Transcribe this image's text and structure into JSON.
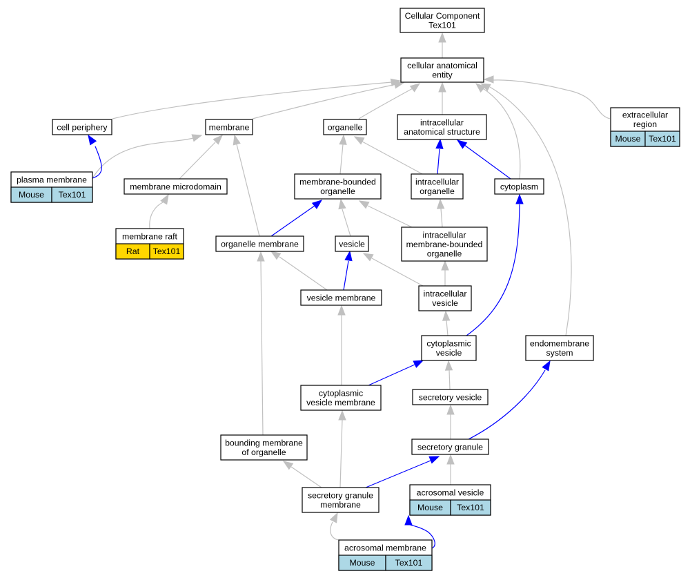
{
  "colors": {
    "background": "#ffffff",
    "node_border": "#000000",
    "is_a_edge": "#c0c0c0",
    "part_of_edge": "#0000ff",
    "mouse": "#add8e6",
    "rat": "#ffd700"
  },
  "nodes": [
    {
      "id": "cc-root",
      "lines": [
        "Cellular Component",
        "Tex101"
      ]
    },
    {
      "id": "cae",
      "lines": [
        "cellular anatomical",
        "entity"
      ]
    },
    {
      "id": "cell-periphery",
      "lines": [
        "cell periphery"
      ]
    },
    {
      "id": "membrane",
      "lines": [
        "membrane"
      ]
    },
    {
      "id": "organelle",
      "lines": [
        "organelle"
      ]
    },
    {
      "id": "ias",
      "lines": [
        "intracellular",
        "anatomical structure"
      ]
    },
    {
      "id": "extracellular-region",
      "lines": [
        "extracellular",
        "region"
      ],
      "annotations": [
        {
          "species": "Mouse",
          "gene": "Tex101"
        }
      ]
    },
    {
      "id": "plasma-membrane",
      "lines": [
        "plasma membrane"
      ],
      "annotations": [
        {
          "species": "Mouse",
          "gene": "Tex101"
        }
      ]
    },
    {
      "id": "membrane-microdomain",
      "lines": [
        "membrane microdomain"
      ]
    },
    {
      "id": "mbo",
      "lines": [
        "membrane-bounded",
        "organelle"
      ]
    },
    {
      "id": "intracellular-organelle",
      "lines": [
        "intracellular",
        "organelle"
      ]
    },
    {
      "id": "cytoplasm",
      "lines": [
        "cytoplasm"
      ]
    },
    {
      "id": "membrane-raft",
      "lines": [
        "membrane raft"
      ],
      "annotations": [
        {
          "species": "Rat",
          "gene": "Tex101"
        }
      ]
    },
    {
      "id": "organelle-membrane",
      "lines": [
        "organelle membrane"
      ]
    },
    {
      "id": "vesicle",
      "lines": [
        "vesicle"
      ]
    },
    {
      "id": "imbo",
      "lines": [
        "intracellular",
        "membrane-bounded",
        "organelle"
      ]
    },
    {
      "id": "vesicle-membrane",
      "lines": [
        "vesicle membrane"
      ]
    },
    {
      "id": "intracellular-vesicle",
      "lines": [
        "intracellular",
        "vesicle"
      ]
    },
    {
      "id": "cytoplasmic-vesicle",
      "lines": [
        "cytoplasmic",
        "vesicle"
      ]
    },
    {
      "id": "endomembrane-system",
      "lines": [
        "endomembrane",
        "system"
      ]
    },
    {
      "id": "cvm",
      "lines": [
        "cytoplasmic",
        "vesicle membrane"
      ]
    },
    {
      "id": "secretory-vesicle",
      "lines": [
        "secretory vesicle"
      ]
    },
    {
      "id": "bmo",
      "lines": [
        "bounding membrane",
        "of organelle"
      ]
    },
    {
      "id": "secretory-granule",
      "lines": [
        "secretory granule"
      ]
    },
    {
      "id": "sgm",
      "lines": [
        "secretory granule",
        "membrane"
      ]
    },
    {
      "id": "acrosomal-vesicle",
      "lines": [
        "acrosomal vesicle"
      ],
      "annotations": [
        {
          "species": "Mouse",
          "gene": "Tex101"
        }
      ]
    },
    {
      "id": "acrosomal-membrane",
      "lines": [
        "acrosomal membrane"
      ],
      "annotations": [
        {
          "species": "Mouse",
          "gene": "Tex101"
        }
      ]
    }
  ],
  "edges": [
    {
      "from": "cae",
      "to": "cc-root",
      "relation": "is_a"
    },
    {
      "from": "cell-periphery",
      "to": "cae",
      "relation": "is_a"
    },
    {
      "from": "membrane",
      "to": "cae",
      "relation": "is_a"
    },
    {
      "from": "organelle",
      "to": "cae",
      "relation": "is_a"
    },
    {
      "from": "ias",
      "to": "cae",
      "relation": "is_a"
    },
    {
      "from": "cytoplasm",
      "to": "cae",
      "relation": "is_a"
    },
    {
      "from": "endomembrane-system",
      "to": "cae",
      "relation": "is_a"
    },
    {
      "from": "extracellular-region",
      "to": "cae",
      "relation": "is_a"
    },
    {
      "from": "plasma-membrane",
      "to": "membrane",
      "relation": "is_a"
    },
    {
      "from": "plasma-membrane",
      "to": "cell-periphery",
      "relation": "part_of"
    },
    {
      "from": "membrane-microdomain",
      "to": "membrane",
      "relation": "is_a"
    },
    {
      "from": "membrane-raft",
      "to": "membrane-microdomain",
      "relation": "is_a"
    },
    {
      "from": "organelle-membrane",
      "to": "membrane",
      "relation": "is_a"
    },
    {
      "from": "organelle-membrane",
      "to": "mbo",
      "relation": "part_of"
    },
    {
      "from": "mbo",
      "to": "organelle",
      "relation": "is_a"
    },
    {
      "from": "intracellular-organelle",
      "to": "organelle",
      "relation": "is_a"
    },
    {
      "from": "intracellular-organelle",
      "to": "ias",
      "relation": "part_of"
    },
    {
      "from": "cytoplasm",
      "to": "ias",
      "relation": "part_of"
    },
    {
      "from": "vesicle",
      "to": "mbo",
      "relation": "is_a"
    },
    {
      "from": "imbo",
      "to": "mbo",
      "relation": "is_a"
    },
    {
      "from": "imbo",
      "to": "intracellular-organelle",
      "relation": "is_a"
    },
    {
      "from": "vesicle-membrane",
      "to": "organelle-membrane",
      "relation": "is_a"
    },
    {
      "from": "vesicle-membrane",
      "to": "vesicle",
      "relation": "part_of"
    },
    {
      "from": "intracellular-vesicle",
      "to": "vesicle",
      "relation": "is_a"
    },
    {
      "from": "intracellular-vesicle",
      "to": "imbo",
      "relation": "is_a"
    },
    {
      "from": "cytoplasmic-vesicle",
      "to": "intracellular-vesicle",
      "relation": "is_a"
    },
    {
      "from": "cytoplasmic-vesicle",
      "to": "cytoplasm",
      "relation": "part_of"
    },
    {
      "from": "cvm",
      "to": "vesicle-membrane",
      "relation": "is_a"
    },
    {
      "from": "cvm",
      "to": "cytoplasmic-vesicle",
      "relation": "part_of"
    },
    {
      "from": "secretory-vesicle",
      "to": "cytoplasmic-vesicle",
      "relation": "is_a"
    },
    {
      "from": "bmo",
      "to": "organelle-membrane",
      "relation": "is_a"
    },
    {
      "from": "secretory-granule",
      "to": "secretory-vesicle",
      "relation": "is_a"
    },
    {
      "from": "secretory-granule",
      "to": "endomembrane-system",
      "relation": "part_of"
    },
    {
      "from": "sgm",
      "to": "bmo",
      "relation": "is_a"
    },
    {
      "from": "sgm",
      "to": "cvm",
      "relation": "is_a"
    },
    {
      "from": "sgm",
      "to": "secretory-granule",
      "relation": "part_of"
    },
    {
      "from": "acrosomal-vesicle",
      "to": "secretory-granule",
      "relation": "is_a"
    },
    {
      "from": "acrosomal-membrane",
      "to": "sgm",
      "relation": "is_a"
    },
    {
      "from": "acrosomal-membrane",
      "to": "acrosomal-vesicle",
      "relation": "part_of"
    }
  ]
}
